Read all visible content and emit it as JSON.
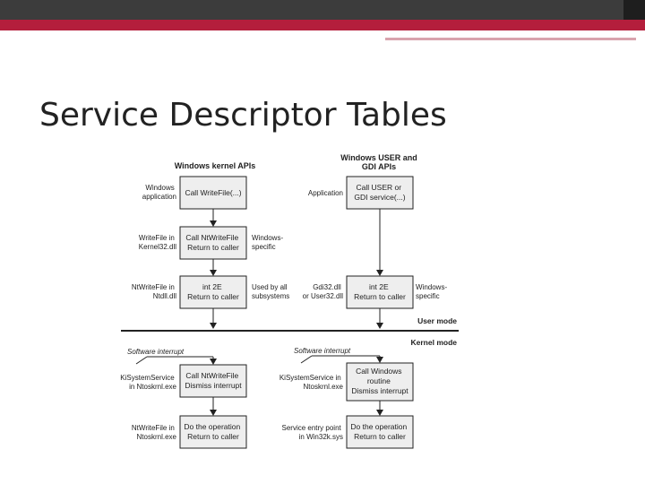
{
  "slide": {
    "title": "Service Descriptor Tables"
  },
  "diagram": {
    "heading_left": "Windows kernel APIs",
    "heading_right_line1": "Windows USER and",
    "heading_right_line2": "GDI APIs",
    "user_mode": "User mode",
    "kernel_mode": "Kernel mode",
    "left": {
      "r1_label": [
        "Windows",
        "application"
      ],
      "r1_box": [
        "Call WriteFile(...)"
      ],
      "r2_label": [
        "WriteFile in",
        "Kernel32.dll"
      ],
      "r2_box": [
        "Call NtWriteFile",
        "Return to caller"
      ],
      "r2_note": [
        "Windows-",
        "specific"
      ],
      "r3_label": [
        "NtWriteFile in",
        "Ntdll.dll"
      ],
      "r3_box": [
        "int 2E",
        "Return to caller"
      ],
      "r3_note": [
        "Used by all",
        "subsystems"
      ],
      "interrupt": "Software interrupt",
      "r4_label": [
        "KiSystemService",
        "in Ntoskrnl.exe"
      ],
      "r4_box": [
        "Call NtWriteFile",
        "Dismiss interrupt"
      ],
      "r5_label": [
        "NtWriteFile in",
        "Ntoskrnl.exe"
      ],
      "r5_box": [
        "Do the operation",
        "Return to caller"
      ]
    },
    "right": {
      "r1_label": [
        "Application"
      ],
      "r1_box": [
        "Call USER or",
        "GDI service(...)"
      ],
      "r3_label": [
        "Gdi32.dll",
        "or User32.dll"
      ],
      "r3_box": [
        "int 2E",
        "Return to caller"
      ],
      "r3_note": [
        "Windows-",
        "specific"
      ],
      "interrupt": "Software interrupt",
      "r4_label": [
        "KiSystemService in",
        "Ntoskrnl.exe"
      ],
      "r4_box": [
        "Call Windows",
        "routine",
        "Dismiss interrupt"
      ],
      "r5_label": [
        "Service entry point",
        "in Win32k.sys"
      ],
      "r5_box": [
        "Do the operation",
        "Return to caller"
      ]
    }
  }
}
